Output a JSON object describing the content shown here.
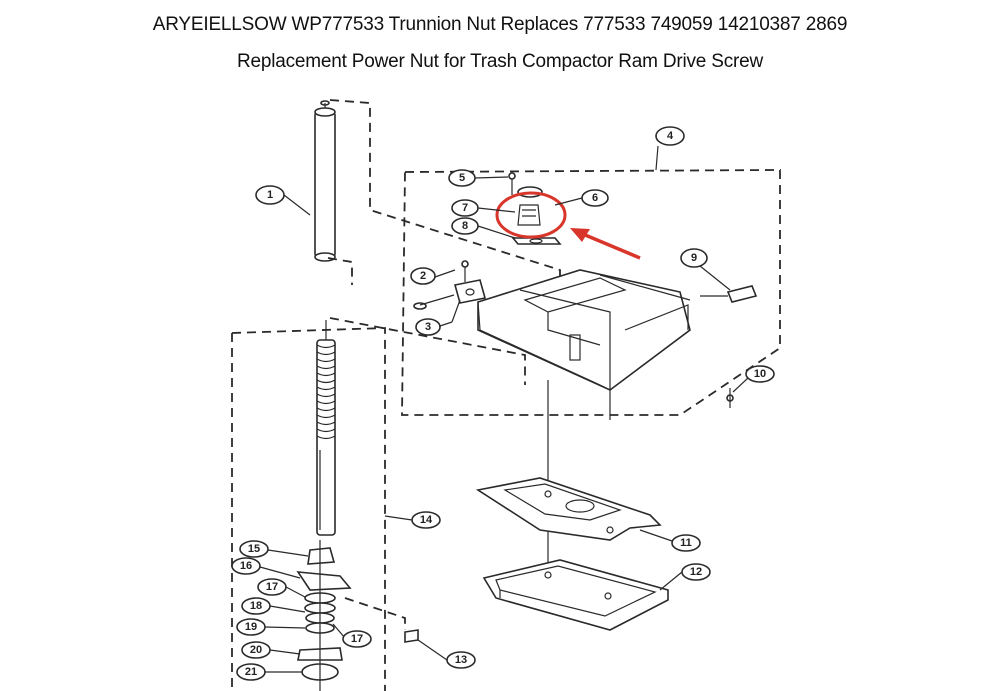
{
  "title": {
    "line1": "ARYEIELLSOW WP777533 Trunnion Nut Replaces 777533 749059 14210387 2869",
    "line2": "Replacement Power Nut for Trash Compactor Ram Drive Screw"
  },
  "callouts": [
    "1",
    "2",
    "3",
    "4",
    "5",
    "6",
    "7",
    "8",
    "9",
    "10",
    "11",
    "12",
    "13",
    "14",
    "15",
    "16",
    "17",
    "18",
    "19",
    "20",
    "21",
    "17"
  ],
  "highlight": {
    "color": "#d9362b",
    "part": "6"
  }
}
